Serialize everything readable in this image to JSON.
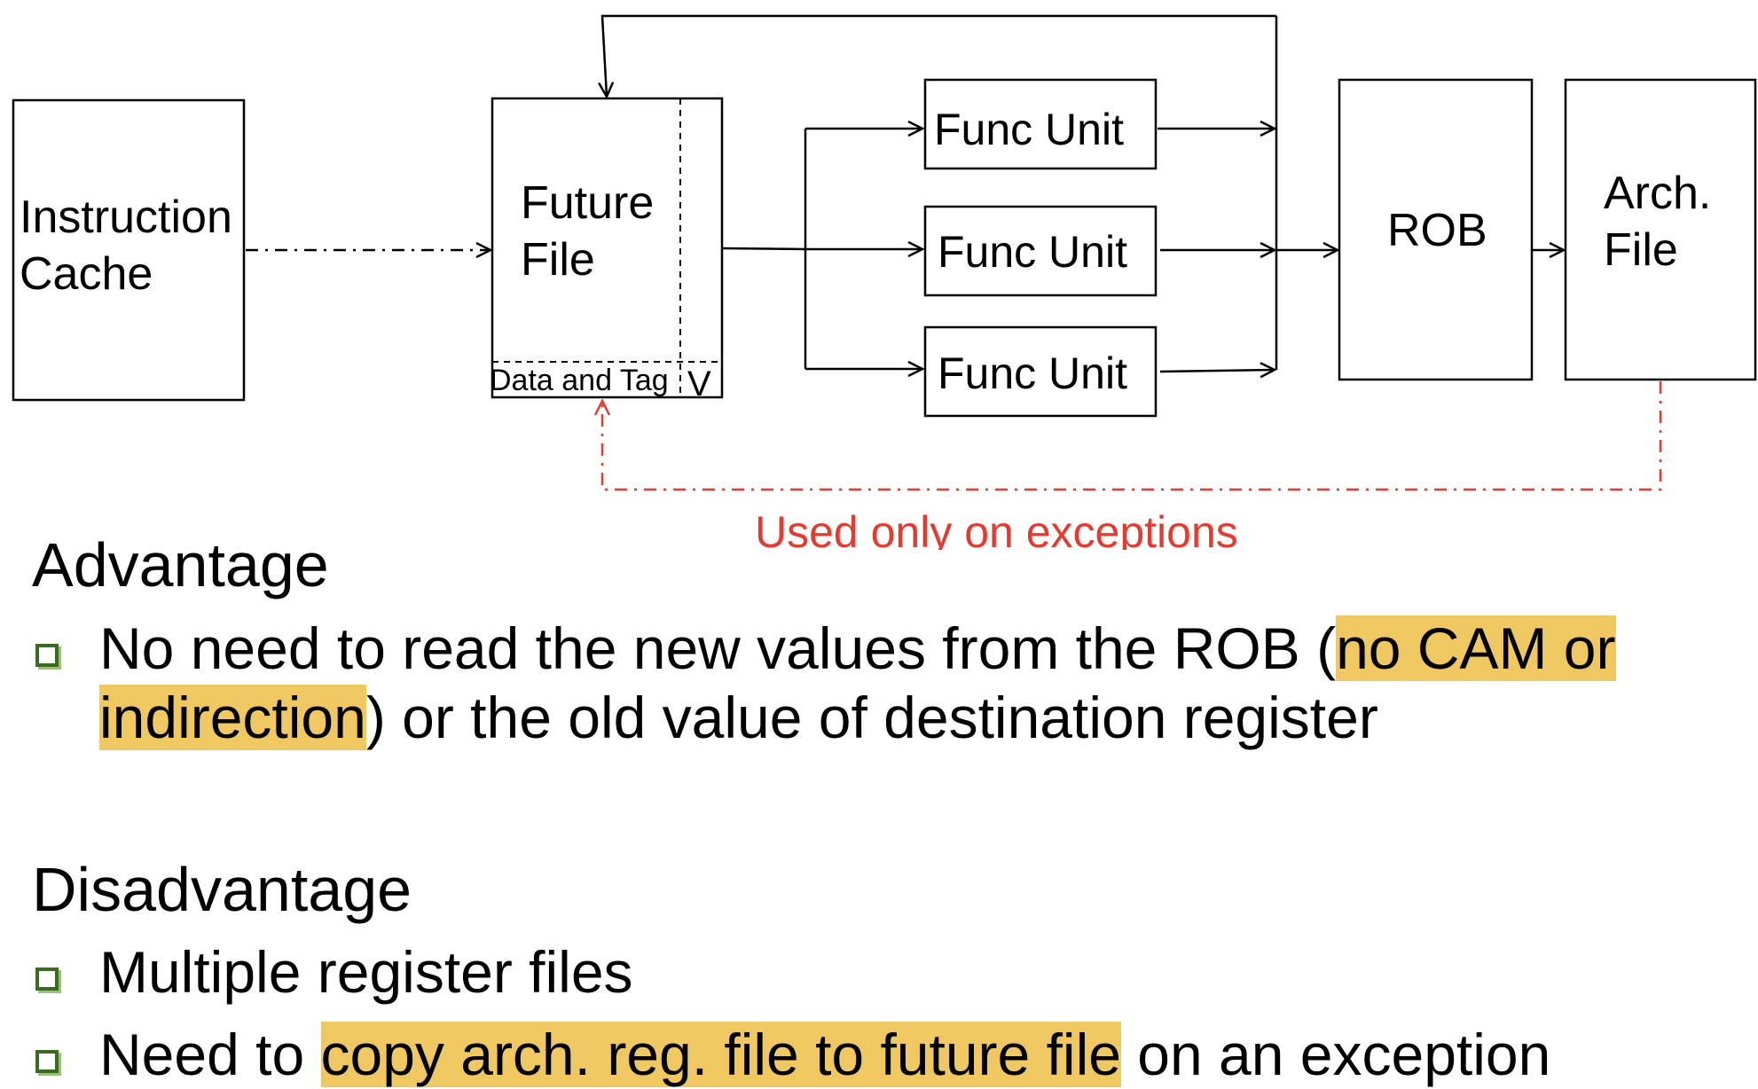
{
  "diagram": {
    "instruction_cache": [
      "Instruction",
      "Cache"
    ],
    "future_file": [
      "Future",
      "File"
    ],
    "future_file_data_label": "Data and Tag",
    "future_file_valid_label": "V",
    "func_units": [
      "Func Unit",
      "Func Unit",
      "Func Unit"
    ],
    "rob": "ROB",
    "arch_file": [
      "Arch.",
      "File"
    ],
    "exception_note": "Used only on exceptions",
    "colors": {
      "exception_path": "#e8392e",
      "highlight": "#efc862",
      "bullet": "#3a6b1f"
    }
  },
  "advantage": {
    "title": "Advantage",
    "bullet1": {
      "line1_a": "No need to read the new values from the ROB (",
      "line1_hl": "no CAM or ",
      "line2_hl": "indirection",
      "line2_b": ") or the old value of destination register"
    }
  },
  "disadvantage": {
    "title": "Disadvantage",
    "bullet1": "Multiple register files",
    "bullet2": {
      "a": "Need to ",
      "hl": "copy arch. reg. file to future file",
      "b": " on an exception"
    }
  }
}
